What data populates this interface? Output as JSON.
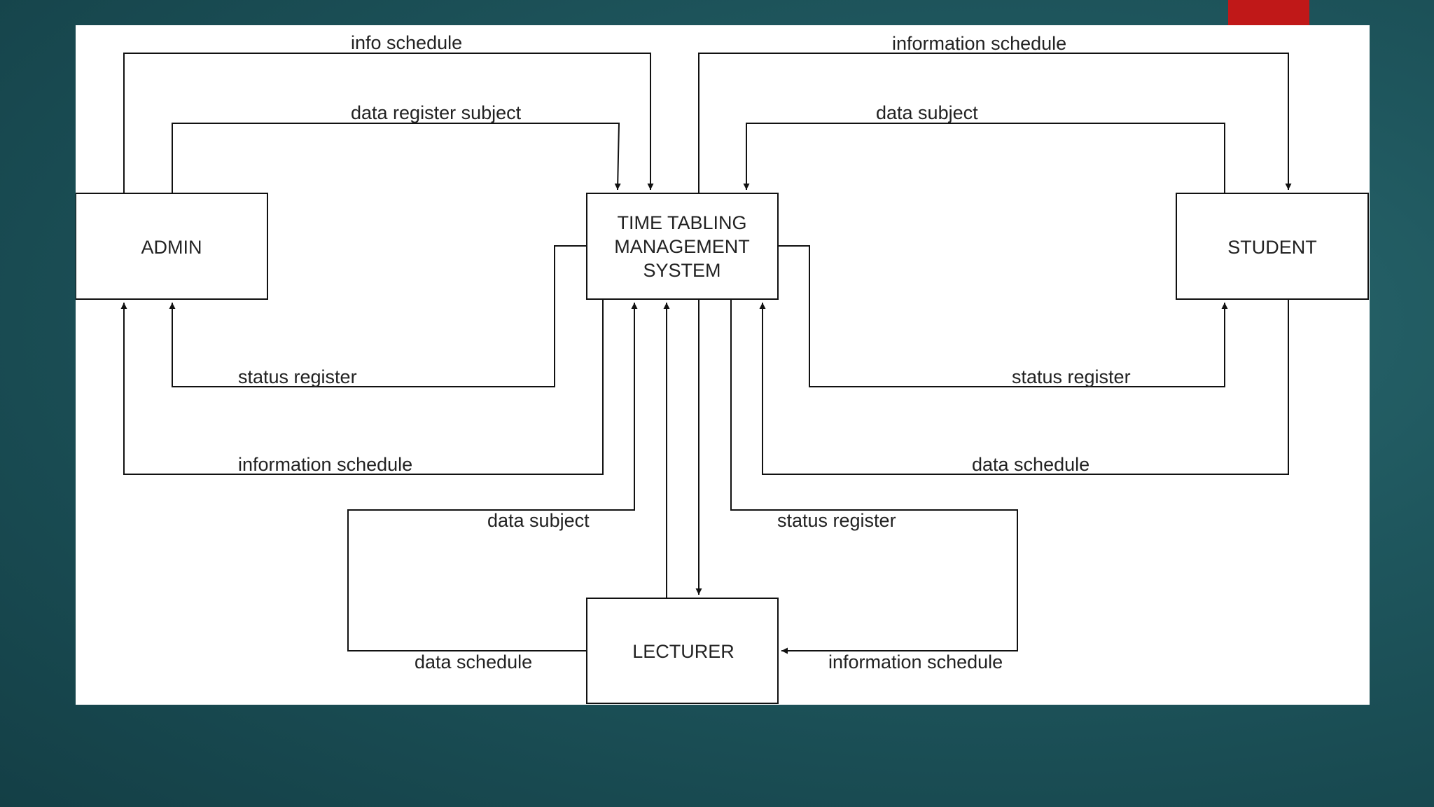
{
  "colors": {
    "background": "#1d545b",
    "slide": "#ffffff",
    "accent_tab": "#c01818",
    "line": "#111111",
    "text": "#222222"
  },
  "diagram": {
    "entities": {
      "admin": "ADMIN",
      "system_line1": "TIME TABLING",
      "system_line2": "MANAGEMENT",
      "system_line3": "SYSTEM",
      "student": "STUDENT",
      "lecturer": "LECTURER"
    },
    "flows": {
      "admin_to_system_info": "info schedule",
      "admin_to_system_register": "data register subject",
      "system_to_student_info": "information schedule",
      "student_to_system_subject": "data  subject",
      "system_to_admin_status": "status register",
      "system_to_admin_info": "information schedule",
      "system_to_student_status": "status register",
      "student_to_system_schedule": "data schedule",
      "lecturer_to_system_subject": "data subject",
      "system_to_lecturer_status": "status register",
      "lecturer_to_system_schedule": "data schedule",
      "system_to_lecturer_info": "information schedule"
    }
  }
}
